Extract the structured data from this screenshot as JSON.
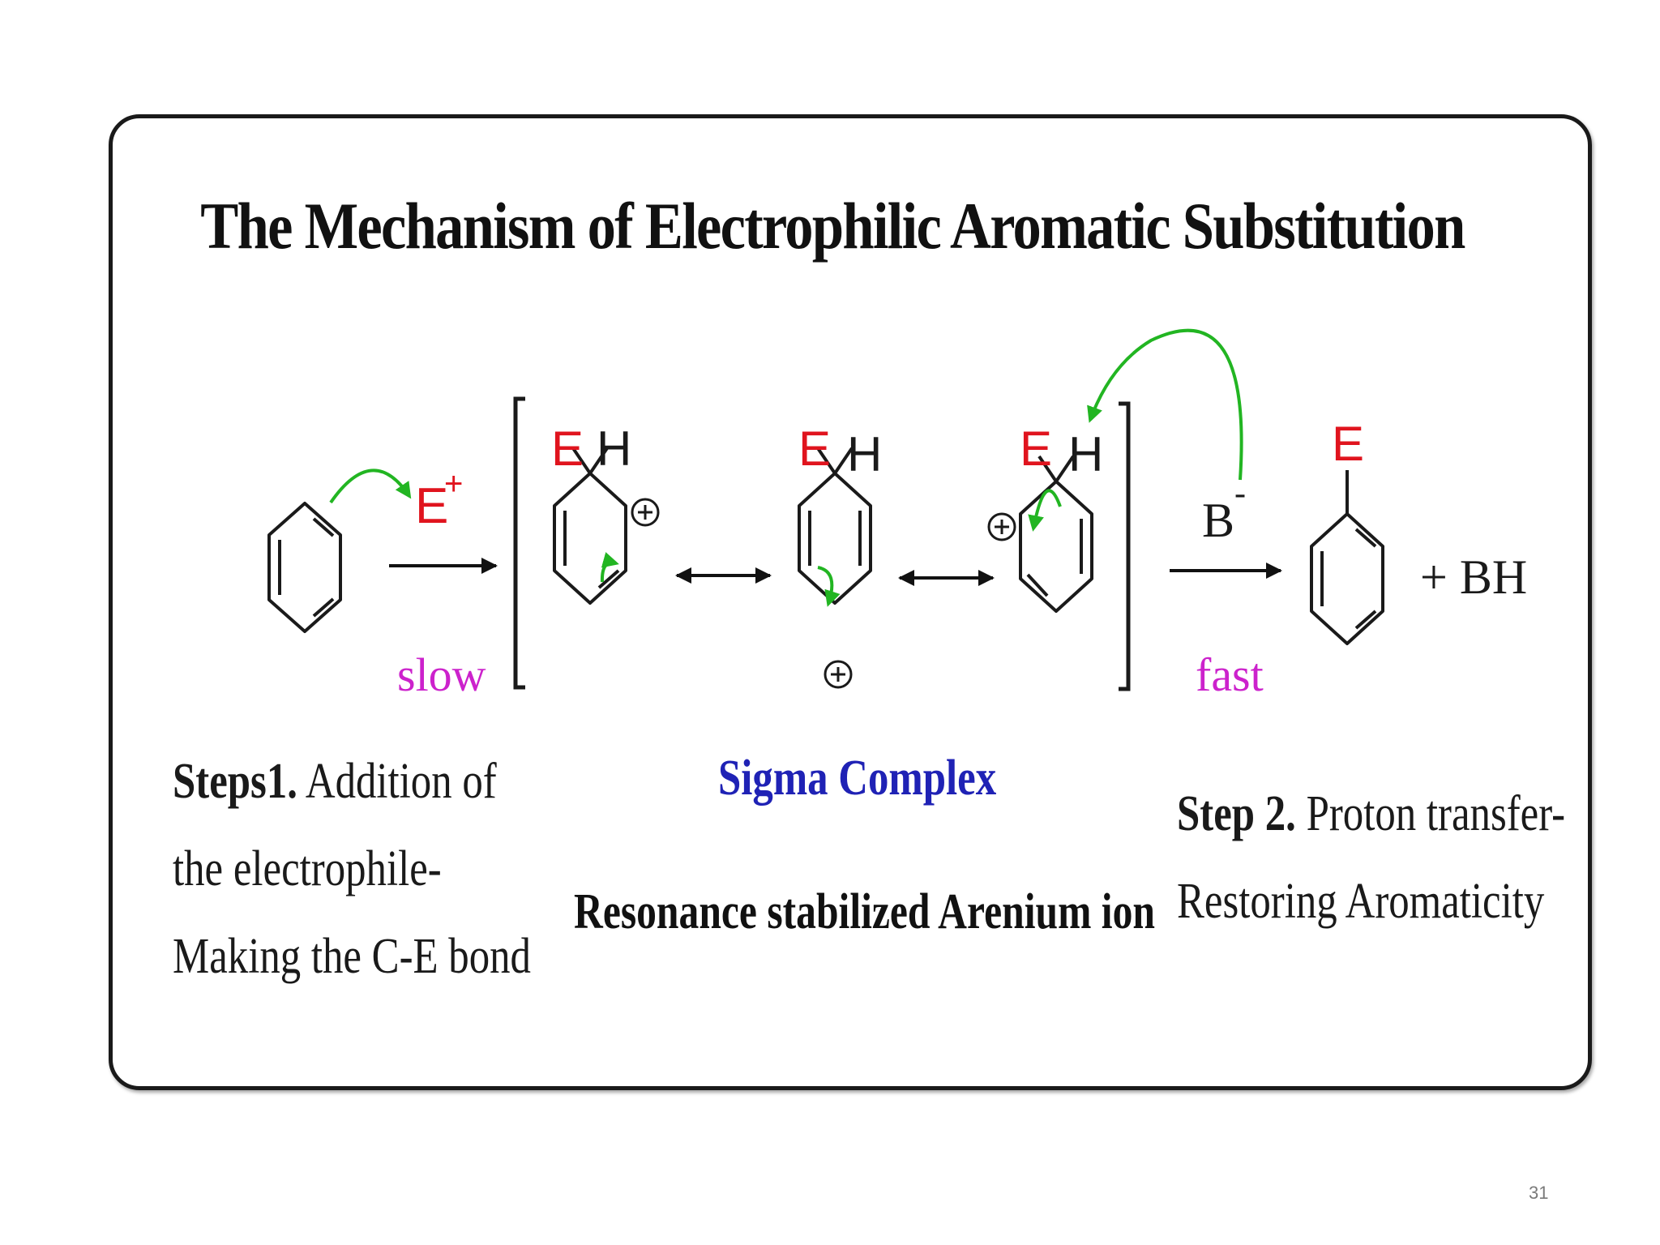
{
  "slide": {
    "title": "The Mechanism of Electrophilic Aromatic Substitution",
    "page_number": "31"
  },
  "scheme": {
    "electrophile": "E",
    "electrophile_charge": "+",
    "slow_label": "slow",
    "fast_label": "fast",
    "base": "B",
    "base_charge": "-",
    "substituent_E": "E",
    "substituent_H": "H",
    "plus_sign": "+",
    "byproduct": "+ BH",
    "product_substituent": "E"
  },
  "captions": {
    "step1_bold": "Steps1.",
    "step1_line1_rest": " Addition of",
    "step1_line2": "the electrophile-",
    "step1_line3": "Making the C-E bond",
    "sigma_complex": "Sigma Complex",
    "arenium": "Resonance stabilized Arenium ion",
    "step2_bold": "Step 2.",
    "step2_line1_rest": " Proton transfer-",
    "step2_line2": "Restoring Aromaticity"
  },
  "colors": {
    "electrophile_red": "#e0141e",
    "rate_magenta": "#cc22cc",
    "curved_arrow_green": "#22b522",
    "sigma_blue": "#1f22b5",
    "ink": "#1a1a1a"
  }
}
